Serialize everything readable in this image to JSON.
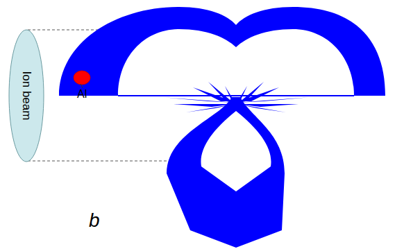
{
  "diagram": {
    "nodes": [
      {
        "text": [
          "Ion beam"
        ]
      }
    ],
    "labels": [
      "Al",
      "b"
    ]
  }
}
